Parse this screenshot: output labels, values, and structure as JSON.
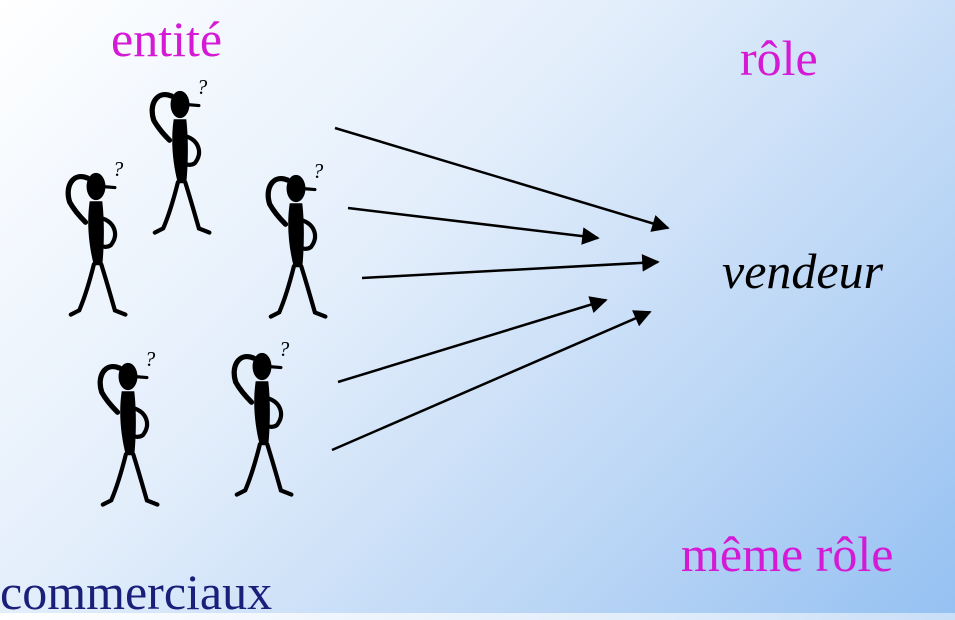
{
  "labels": {
    "entity": "entité",
    "role": "rôle",
    "role_value": "vendeur",
    "same_role": "même rôle",
    "group": "commerciaux"
  },
  "figures": {
    "count": 5,
    "question_mark": "?",
    "icon": "confused-person-icon"
  },
  "arrows": {
    "count": 5,
    "target": "vendeur"
  },
  "colors": {
    "label_accent": "#d41ad4",
    "group_label": "#1a1f7a",
    "ink": "#000000"
  }
}
